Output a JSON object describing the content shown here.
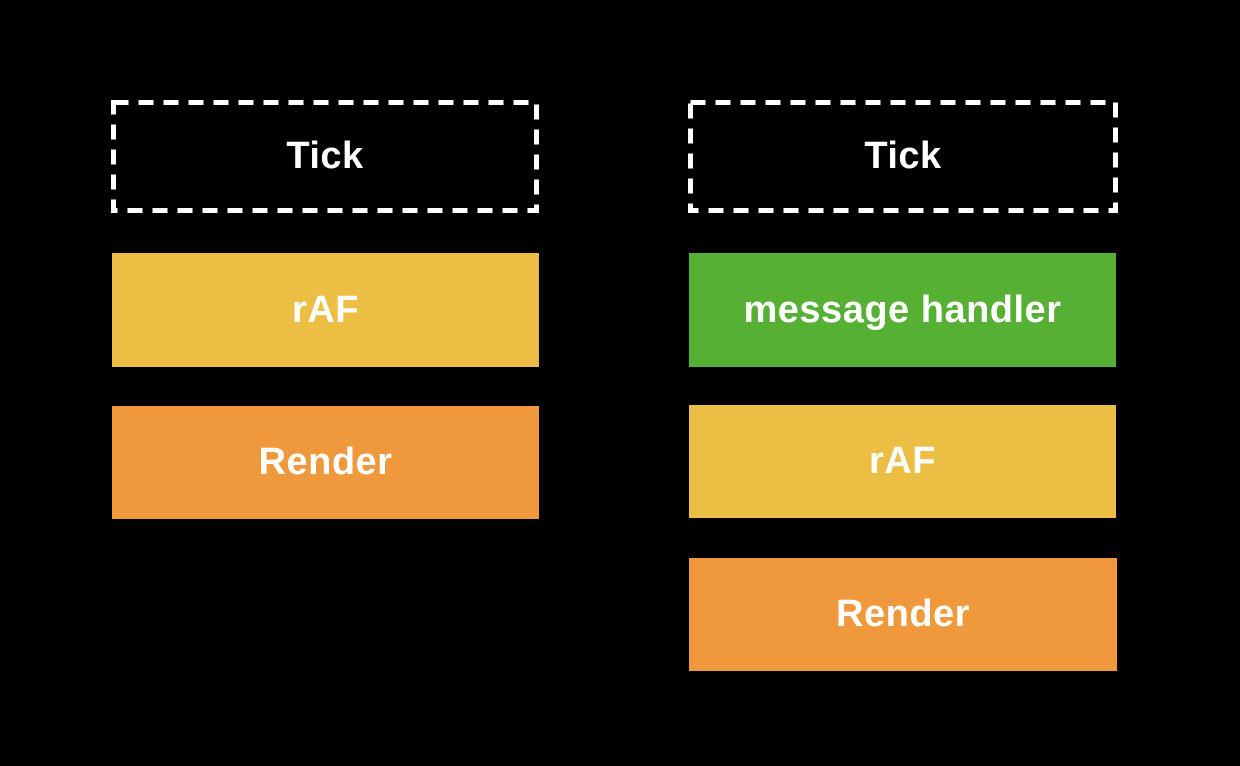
{
  "canvas": {
    "background": "#000000"
  },
  "colors": {
    "yellow": "#edbe44",
    "orange": "#f0993c",
    "green": "#55b033",
    "white": "#ffffff"
  },
  "columns": [
    {
      "name": "left-frame-sequence",
      "blocks": [
        {
          "label": "Tick",
          "fill": "dashed-outline"
        },
        {
          "label": "rAF",
          "fill": "yellow"
        },
        {
          "label": "Render",
          "fill": "orange"
        }
      ]
    },
    {
      "name": "right-frame-sequence",
      "blocks": [
        {
          "label": "Tick",
          "fill": "dashed-outline"
        },
        {
          "label": "message handler",
          "fill": "green"
        },
        {
          "label": "rAF",
          "fill": "yellow"
        },
        {
          "label": "Render",
          "fill": "orange"
        }
      ]
    }
  ]
}
